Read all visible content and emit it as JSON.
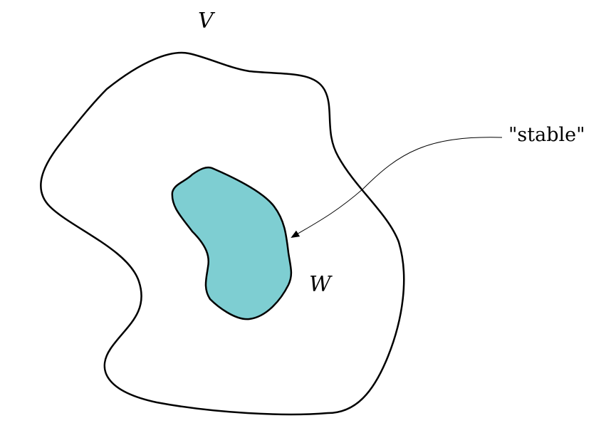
{
  "labels": {
    "outer_set": "V",
    "inner_set": "W",
    "annotation": "\"stable\""
  },
  "colors": {
    "inner_fill": "#7ECED2",
    "stroke": "#000000"
  }
}
